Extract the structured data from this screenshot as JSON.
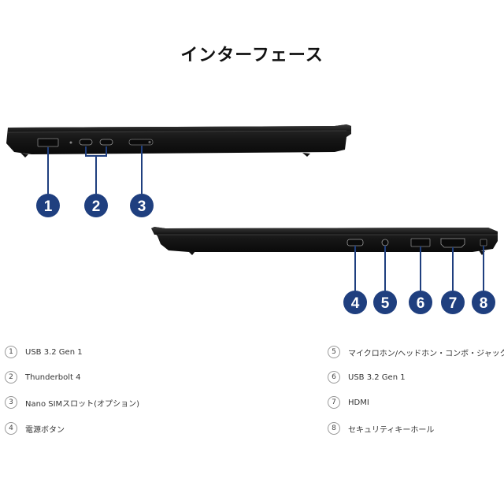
{
  "title": "インターフェース",
  "accent_color": "#1f3f7f",
  "callouts": [
    "1",
    "2",
    "3",
    "4",
    "5",
    "6",
    "7",
    "8"
  ],
  "legend": [
    {
      "num": "1",
      "label": "USB 3.2 Gen 1"
    },
    {
      "num": "2",
      "label": "Thunderbolt 4"
    },
    {
      "num": "3",
      "label": "Nano SIMスロット(オプション)"
    },
    {
      "num": "4",
      "label": "電源ボタン"
    },
    {
      "num": "5",
      "label": "マイクロホン/ヘッドホン・コンボ・ジャック"
    },
    {
      "num": "6",
      "label": "USB 3.2 Gen 1"
    },
    {
      "num": "7",
      "label": "HDMI"
    },
    {
      "num": "8",
      "label": "セキュリティキーホール"
    }
  ]
}
